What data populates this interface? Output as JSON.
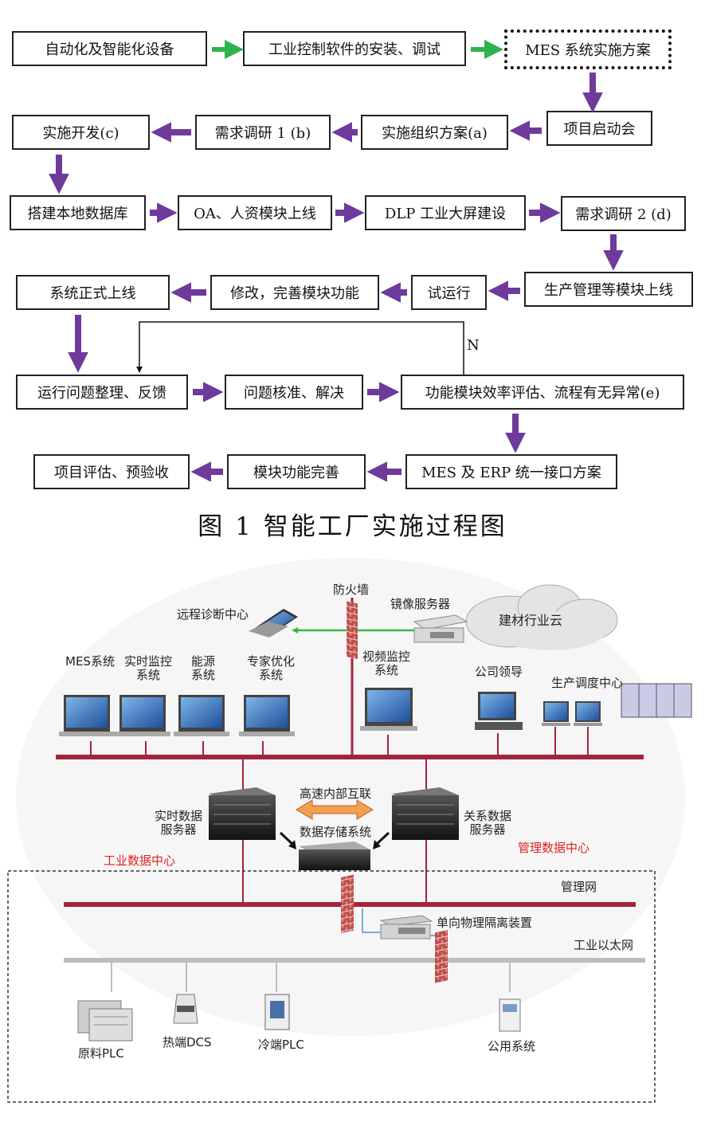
{
  "flowchart": {
    "boxes": {
      "b1": "自动化及智能化设备",
      "b2": "工业控制软件的安装、调试",
      "b3": "MES 系统实施方案",
      "b4": "实施开发(c)",
      "b5": "需求调研 1 (b)",
      "b6": "实施组织方案(a)",
      "b7": "项目启动会",
      "b8": "搭建本地数据库",
      "b9": "OA、人资模块上线",
      "b10": "DLP 工业大屏建设",
      "b11": "需求调研 2 (d)",
      "b12": "系统正式上线",
      "b13": "修改，完善模块功能",
      "b14": "试运行",
      "b15": "生产管理等模块上线",
      "b16": "运行问题整理、反馈",
      "b17": "问题核准、解决",
      "b18": "功能模块效率评估、流程有无异常(e)",
      "b19": "项目评估、预验收",
      "b20": "模块功能完善",
      "b21": "MES 及 ERP 统一接口方案"
    },
    "loop_label": "N",
    "caption": "图 1 智能工厂实施过程图",
    "colors": {
      "green_arrow": "#2db34a",
      "purple_arrow": "#6e3a9c"
    }
  },
  "network": {
    "remote_center": "远程诊断中心",
    "firewall": "防火墙",
    "mirror_server": "镜像服务器",
    "cloud": "建材行业云",
    "systems": [
      "MES系统",
      "实时监控\n系统",
      "能源\n系统",
      "专家优化\n系统"
    ],
    "video": "视频监控\n系统",
    "leader": "公司领导",
    "dispatch": "生产调度中心",
    "rt_server": "实时数据\n服务器",
    "interconnect": "高速内部互联",
    "storage": "数据存储系统",
    "rel_server": "关系数据\n服务器",
    "industrial_dc": "工业数据中心",
    "mgmt_dc": "管理数据中心",
    "mgmt_net": "管理网",
    "isolation": "单向物理隔离装置",
    "ethernet": "工业以太网",
    "devices": [
      "原料PLC",
      "热端DCS",
      "冷端PLC",
      "公用系统"
    ],
    "colors": {
      "bus_red": "#a3243a",
      "bus_gray": "#bdbdbd",
      "label_red": "#d22"
    }
  }
}
